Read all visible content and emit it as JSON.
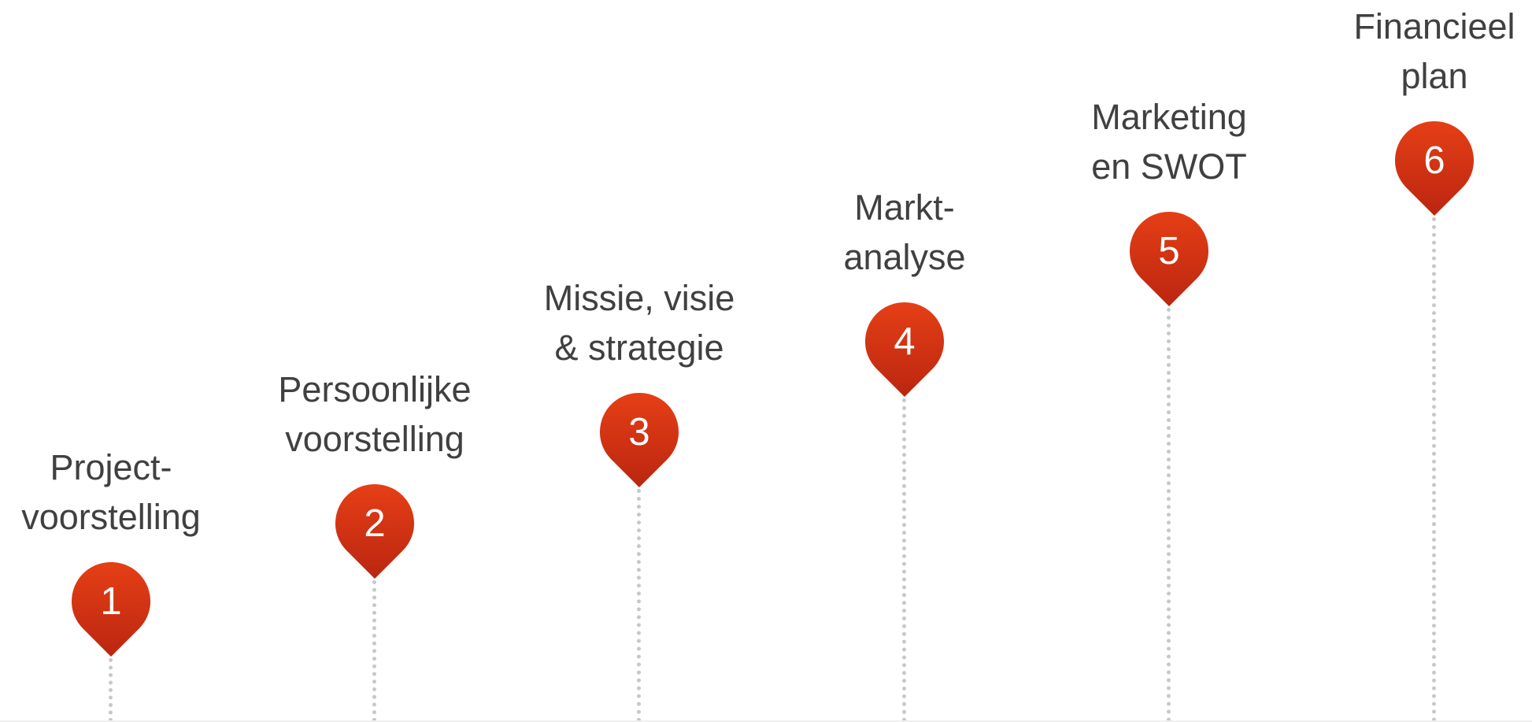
{
  "diagram": {
    "steps": [
      {
        "number": "1",
        "label_lines": [
          "Project-",
          "voorstelling"
        ]
      },
      {
        "number": "2",
        "label_lines": [
          "Persoonlijke",
          "voorstelling"
        ]
      },
      {
        "number": "3",
        "label_lines": [
          "Missie, visie",
          "& strategie"
        ]
      },
      {
        "number": "4",
        "label_lines": [
          "Markt-",
          "analyse"
        ]
      },
      {
        "number": "5",
        "label_lines": [
          "Marketing",
          "en SWOT"
        ]
      },
      {
        "number": "6",
        "label_lines": [
          "Financieel",
          "plan"
        ]
      }
    ],
    "colors": {
      "pin_top": "#e53f16",
      "pin_bottom": "#bb2610",
      "text": "#404040",
      "stem": "#c8c8c8"
    },
    "icons": [
      "map-pin-icon"
    ]
  }
}
